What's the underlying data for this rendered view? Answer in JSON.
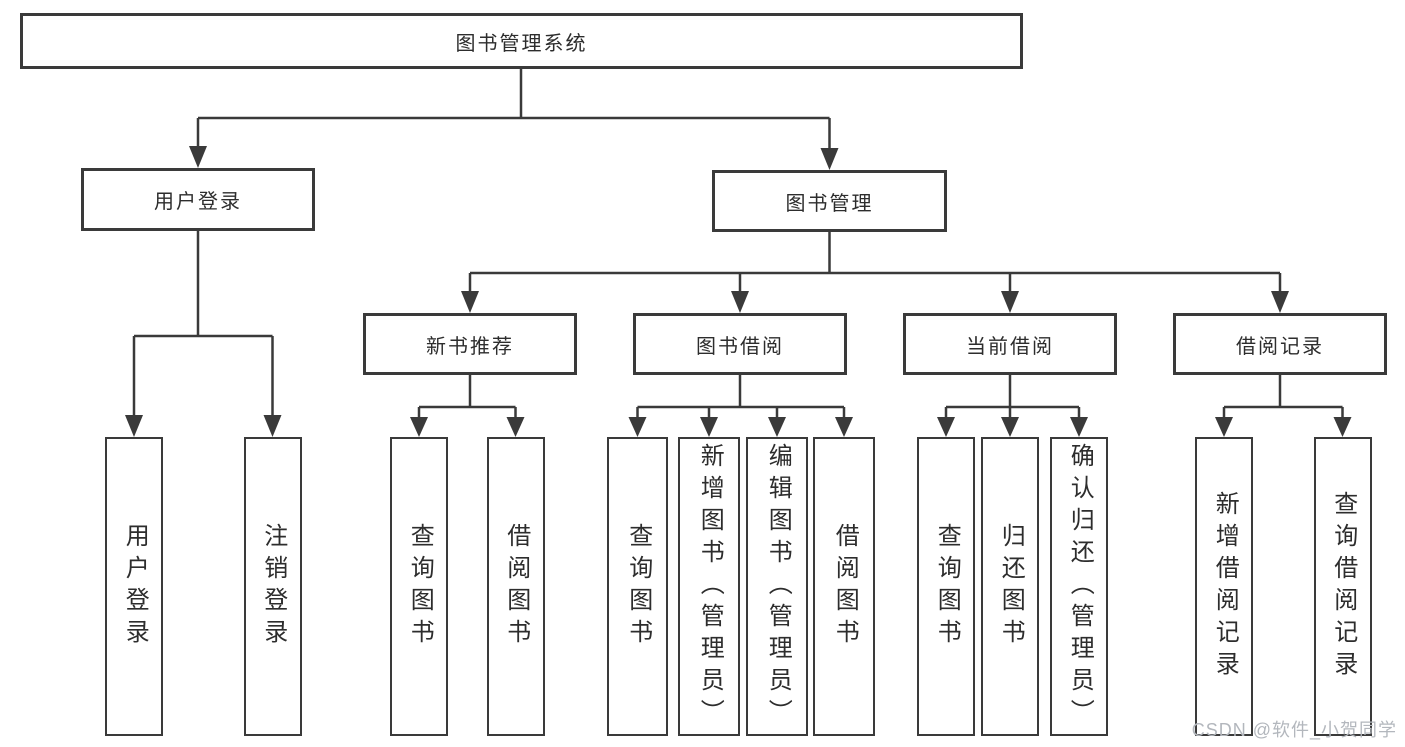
{
  "diagram": {
    "root": {
      "label": "图书管理系统"
    },
    "branches": [
      {
        "label": "用户登录",
        "children": [
          {
            "label": "用户登录"
          },
          {
            "label": "注销登录"
          }
        ]
      },
      {
        "label": "图书管理",
        "children": [
          {
            "label": "新书推荐",
            "children": [
              {
                "label": "查询图书"
              },
              {
                "label": "借阅图书"
              }
            ]
          },
          {
            "label": "图书借阅",
            "children": [
              {
                "label": "查询图书"
              },
              {
                "label": "新增图书（管理员）"
              },
              {
                "label": "编辑图书（管理员）"
              },
              {
                "label": "借阅图书"
              }
            ]
          },
          {
            "label": "当前借阅",
            "children": [
              {
                "label": "查询图书"
              },
              {
                "label": "归还图书"
              },
              {
                "label": "确认归还（管理员）"
              }
            ]
          },
          {
            "label": "借阅记录",
            "children": [
              {
                "label": "新增借阅记录"
              },
              {
                "label": "查询借阅记录"
              }
            ]
          }
        ]
      }
    ]
  },
  "watermark": {
    "text": "CSDN @软件_小贺同学"
  },
  "colors": {
    "line": "#3a3a3a",
    "text": "#2d2d2d",
    "background": "#ffffff",
    "watermark": "#b3b7bd"
  }
}
